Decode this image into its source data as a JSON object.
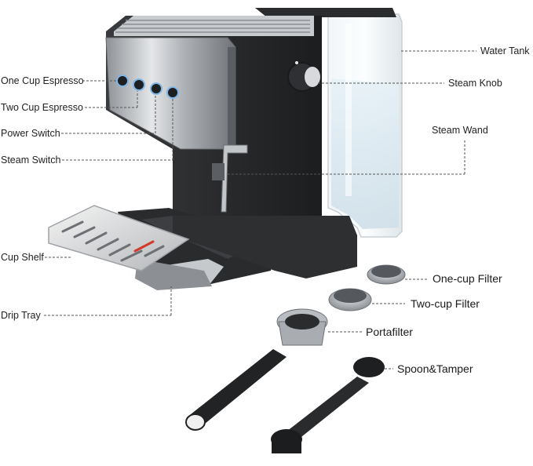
{
  "labels": {
    "one_cup_espresso": "One Cup Espresso",
    "two_cup_espresso": "Two Cup Espresso",
    "power_switch": "Power Switch",
    "steam_switch": "Steam Switch",
    "cup_shelf": "Cup Shelf",
    "drip_tray": "Drip Tray",
    "water_tank": "Water Tank",
    "steam_knob": "Steam Knob",
    "steam_wand": "Steam Wand",
    "one_cup_filter": "One-cup Filter",
    "two_cup_filter": "Two-cup Filter",
    "portafilter": "Portafilter",
    "spoon_tamper": "Spoon&Tamper"
  },
  "colors": {
    "body_black": "#2b2c2e",
    "steel": "#b8bcc0",
    "button_blue": "#7fb6e6",
    "tank_water": "#dbe9f2",
    "leader_line": "#555555"
  }
}
